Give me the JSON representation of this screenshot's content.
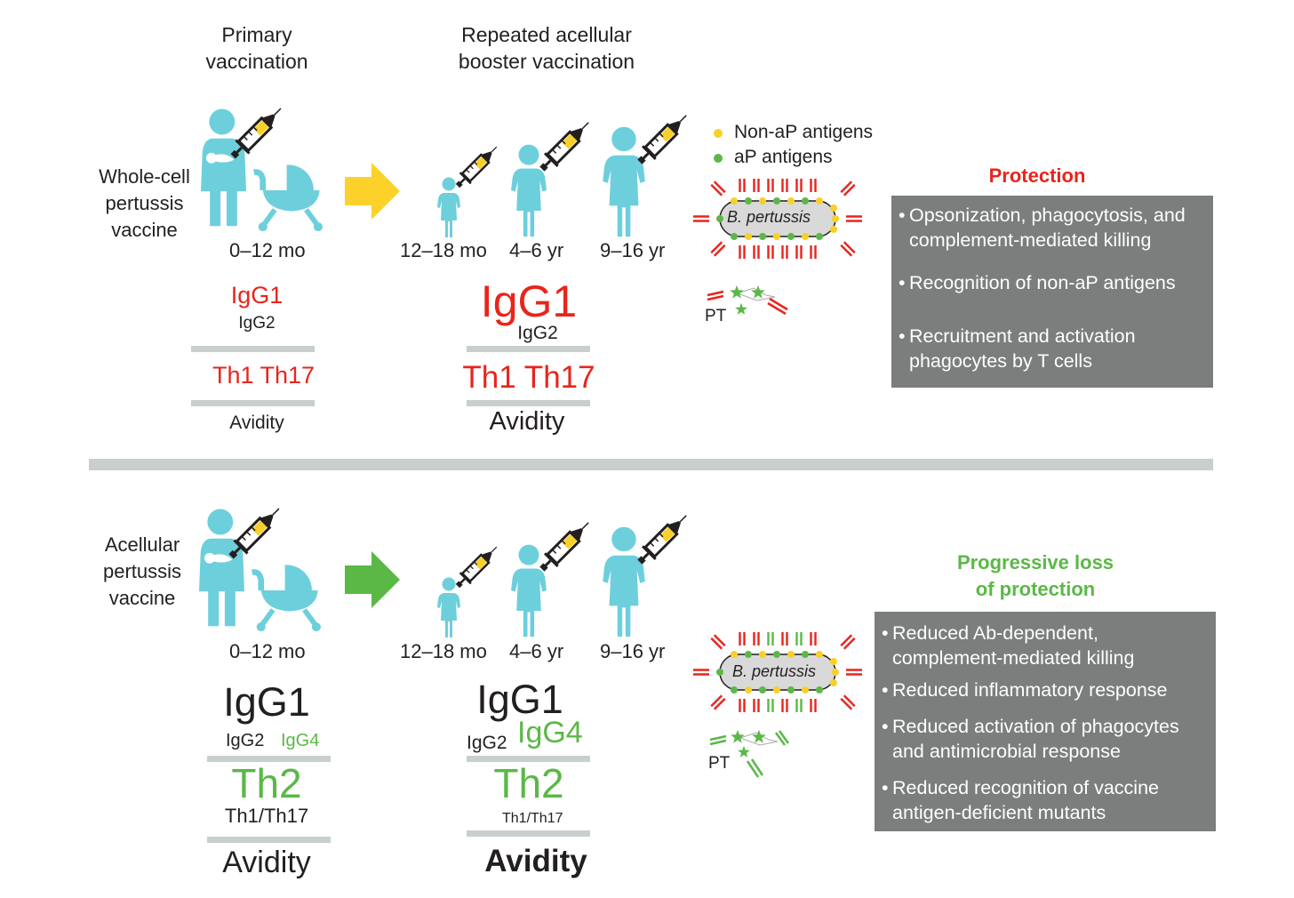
{
  "header": {
    "primary": [
      "Primary",
      "vaccination"
    ],
    "booster": [
      "Repeated acellular",
      "booster vaccination"
    ]
  },
  "legend": {
    "non_ap": "Non-aP antigens",
    "ap": "aP antigens"
  },
  "top": {
    "vaccine": [
      "Whole-cell",
      "pertussis",
      "vaccine"
    ],
    "ages": {
      "infant": "0–12 mo",
      "toddler": "12–18 mo",
      "child": "4–6 yr",
      "teen": "9–16 yr"
    },
    "primary": {
      "igg1": "IgG1",
      "igg2": "IgG2",
      "th": "Th1 Th17",
      "avidity": "Avidity"
    },
    "booster": {
      "igg1": "IgG1",
      "igg2": "IgG2",
      "th": "Th1 Th17",
      "avidity": "Avidity"
    },
    "bacterium": "B. pertussis",
    "pt": "PT",
    "outcome_title": "Protection",
    "outcome_items": [
      [
        "Opsonization, phagocytosis, and",
        "complement-mediated killing"
      ],
      [
        "Recognition of non-aP antigens"
      ],
      [
        "Recruitment and activation",
        "phagocytes by T cells"
      ]
    ]
  },
  "bottom": {
    "vaccine": [
      "Acellular",
      "pertussis",
      "vaccine"
    ],
    "ages": {
      "infant": "0–12 mo",
      "toddler": "12–18 mo",
      "child": "4–6 yr",
      "teen": "9–16 yr"
    },
    "primary": {
      "igg1": "IgG1",
      "igg2": "IgG2",
      "igg4": "IgG4",
      "th2": "Th2",
      "th1": "Th1/Th17",
      "avidity": "Avidity"
    },
    "booster": {
      "igg1": "IgG1",
      "igg2": "IgG2",
      "igg4": "IgG4",
      "th2": "Th2",
      "th1": "Th1/Th17",
      "avidity": "Avidity"
    },
    "bacterium": "B. pertussis",
    "pt": "PT",
    "outcome_title": [
      "Progressive loss",
      "of protection"
    ],
    "outcome_items": [
      [
        "Reduced Ab-dependent,",
        "complement-mediated killing"
      ],
      [
        "Reduced inflammatory response"
      ],
      [
        "Reduced activation of phagocytes",
        "and antimicrobial response"
      ],
      [
        "Reduced recognition of vaccine",
        "antigen-deficient mutants"
      ]
    ]
  },
  "colors": {
    "figure": "#6dcfdc",
    "arrow_top": "#fcd12a",
    "arrow_bottom": "#5bb847",
    "protection": "#e8251c",
    "loss": "#5bb847",
    "box": "#7c7d7d",
    "bar": "#c8cfcc",
    "non_ap_dot": "#f7d12a",
    "ap_dot": "#5bb847",
    "antibody_red": "#e8251c",
    "antibody_green": "#5bb847"
  },
  "icons": [
    "mother-holding-baby-icon",
    "stroller-icon",
    "child-icon",
    "syringe-icon",
    "arrow-right-icon",
    "bacterium-icon",
    "antibody-icon",
    "toxin-star-icon"
  ]
}
